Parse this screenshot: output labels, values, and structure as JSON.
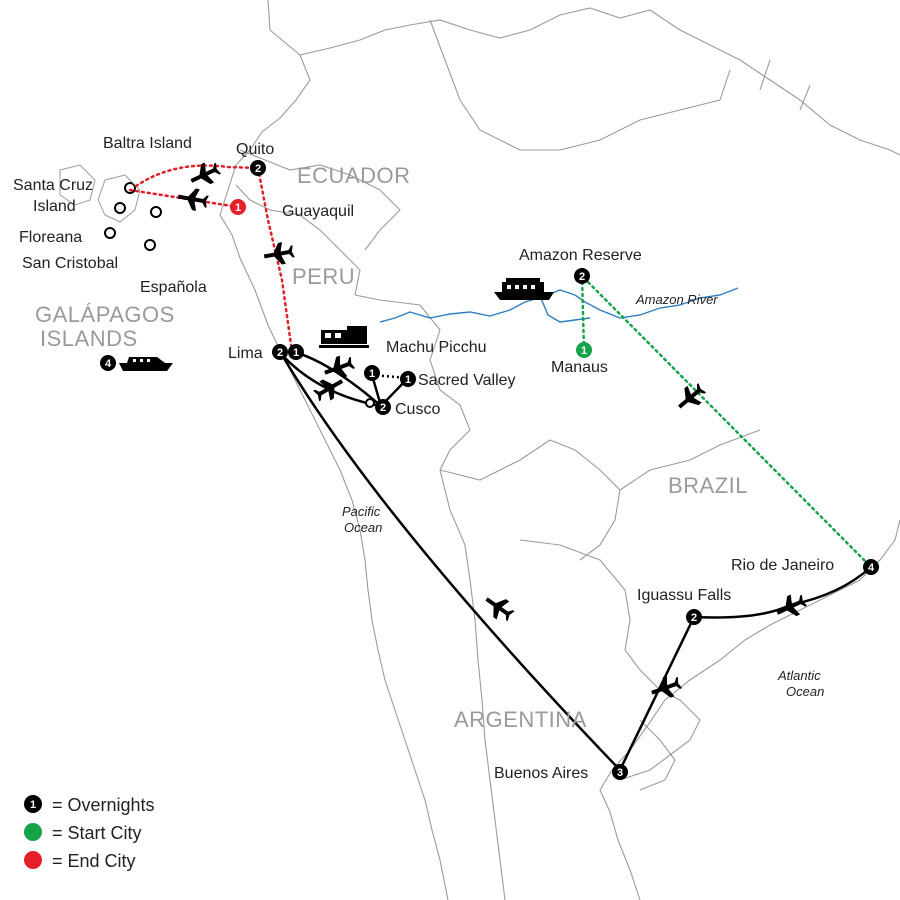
{
  "colors": {
    "land_border": "#9b9b9b",
    "country_label": "#9a9a9a",
    "river": "#2e7fc1",
    "route_black": "#000000",
    "route_red": "#e3202a",
    "route_green": "#17a34a",
    "start_city": "#17a34a",
    "end_city": "#e3202a"
  },
  "countries": {
    "ecuador": "ECUADOR",
    "peru": "PERU",
    "brazil": "BRAZIL",
    "argentina": "ARGENTINA",
    "galapagos_line1": "GALÁPAGOS",
    "galapagos_line2": "ISLANDS"
  },
  "oceans": {
    "pacific_line1": "Pacific",
    "pacific_line2": "Ocean",
    "atlantic_line1": "Atlantic",
    "atlantic_line2": "Ocean"
  },
  "river": "Amazon River",
  "cities": {
    "quito": {
      "label": "Quito",
      "nights": "2"
    },
    "guayaquil": {
      "label": "Guayaquil",
      "nights": "1"
    },
    "lima": {
      "label": "Lima",
      "nights_a": "2",
      "nights_b": "1"
    },
    "machu_picchu": {
      "label": "Machu Picchu",
      "nights": "1"
    },
    "sacred_valley": {
      "label": "Sacred Valley",
      "nights": "1"
    },
    "cusco": {
      "label": "Cusco",
      "nights": "2"
    },
    "amazon_reserve": {
      "label": "Amazon Reserve",
      "nights": "2"
    },
    "manaus": {
      "label": "Manaus",
      "nights": "1"
    },
    "rio": {
      "label": "Rio de Janeiro",
      "nights": "4"
    },
    "iguassu": {
      "label": "Iguassu Falls",
      "nights": "2"
    },
    "buenos_aires": {
      "label": "Buenos Aires",
      "nights": "3"
    },
    "galapagos_cruise": {
      "nights": "4"
    }
  },
  "islands": {
    "baltra": "Baltra Island",
    "santa_cruz_line1": "Santa Cruz",
    "santa_cruz_line2": "Island",
    "floreana": "Floreana",
    "san_cristobal": "San Cristobal",
    "espanola": "Española"
  },
  "legend": {
    "overnights": {
      "marker": "1",
      "text": "= Overnights"
    },
    "start_city": {
      "text": "= Start City"
    },
    "end_city": {
      "text": "= End City"
    }
  }
}
